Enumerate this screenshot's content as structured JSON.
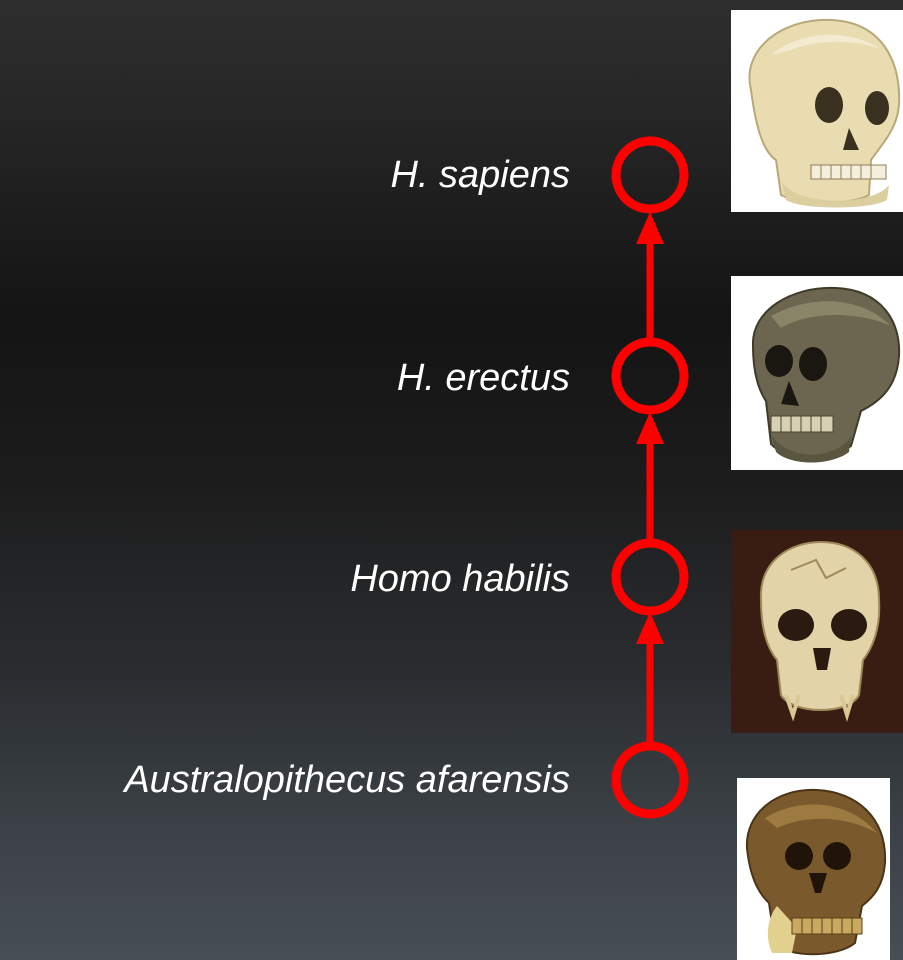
{
  "species": [
    {
      "label": "H. sapiens",
      "icon": "modern-human-skull-icon"
    },
    {
      "label": "H. erectus",
      "icon": "homo-erectus-skull-icon"
    },
    {
      "label": "Homo habilis",
      "icon": "homo-habilis-skull-icon"
    },
    {
      "label": "Australopithecus afarensis",
      "icon": "australopithecus-skull-icon"
    }
  ],
  "colors": {
    "timeline": "#ff0000",
    "label_text": "#ffffff"
  }
}
